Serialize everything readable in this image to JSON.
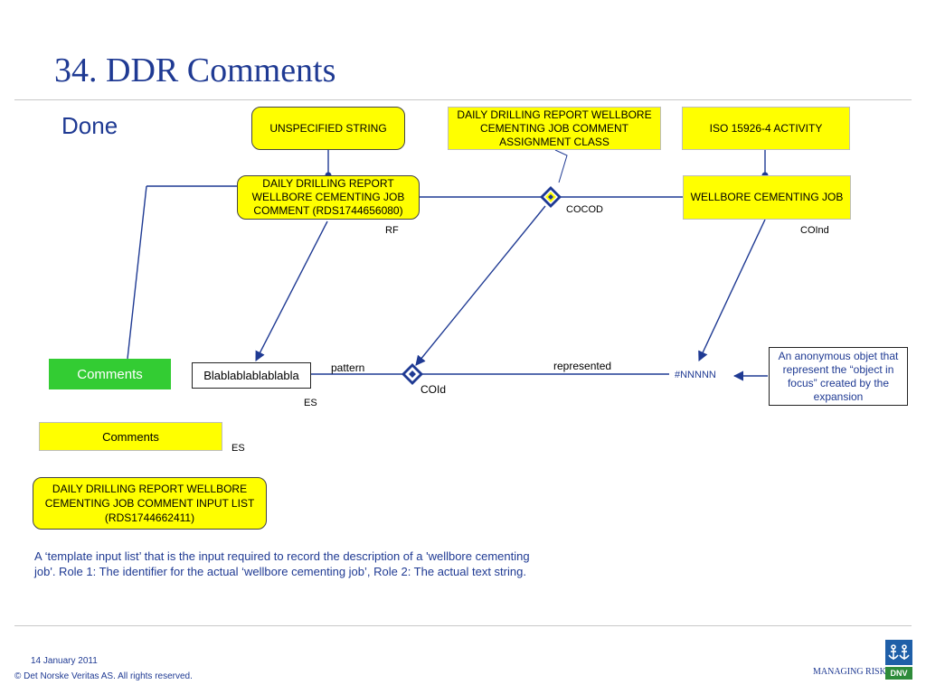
{
  "slide": {
    "title": "34. DDR  Comments",
    "status_label": "Done"
  },
  "diagram": {
    "nodes": {
      "unspecified_string": "UNSPECIFIED STRING",
      "assignment_class": "DAILY DRILLING REPORT WELLBORE CEMENTING JOB COMMENT ASSIGNMENT CLASS",
      "iso_activity": "ISO 15926-4 ACTIVITY",
      "ddr_comment": "DAILY DRILLING REPORT WELLBORE CEMENTING JOB COMMENT (RDS1744656080)",
      "wellbore_cementing_job": "WELLBORE CEMENTING JOB",
      "comments_green": "Comments",
      "text_string": "Blablablablablabla",
      "anon_object": "#NNNNN",
      "anon_note": "An anonymous objet that represent the “object in focus” created by the expansion",
      "comments_yellow": "Comments",
      "input_list": "DAILY DRILLING REPORT WELLBORE CEMENTING JOB COMMENT INPUT LIST (RDS1744662411)"
    },
    "labels": {
      "cocod": "COCOD",
      "rf": "RF",
      "coind": "COInd",
      "pattern": "pattern",
      "represented": "represented",
      "coid": "COId",
      "es_1": "ES",
      "es_2": "ES"
    },
    "description": "A ‘template input list’ that is the input required to record the description of a 'wellbore cementing job'. Role 1: The identifier for the actual ‘wellbore cementing job’, Role 2: The actual text string."
  },
  "footer": {
    "date": "14 January 2011",
    "copyright": "© Det Norske Veritas AS. All rights reserved.",
    "tagline": "MANAGING RISK",
    "logo_text": "DNV"
  },
  "colors": {
    "title_blue": "#1f3a93",
    "line_blue": "#1f3a93",
    "box_yellow": "#ffff00",
    "box_green": "#33cc33"
  }
}
